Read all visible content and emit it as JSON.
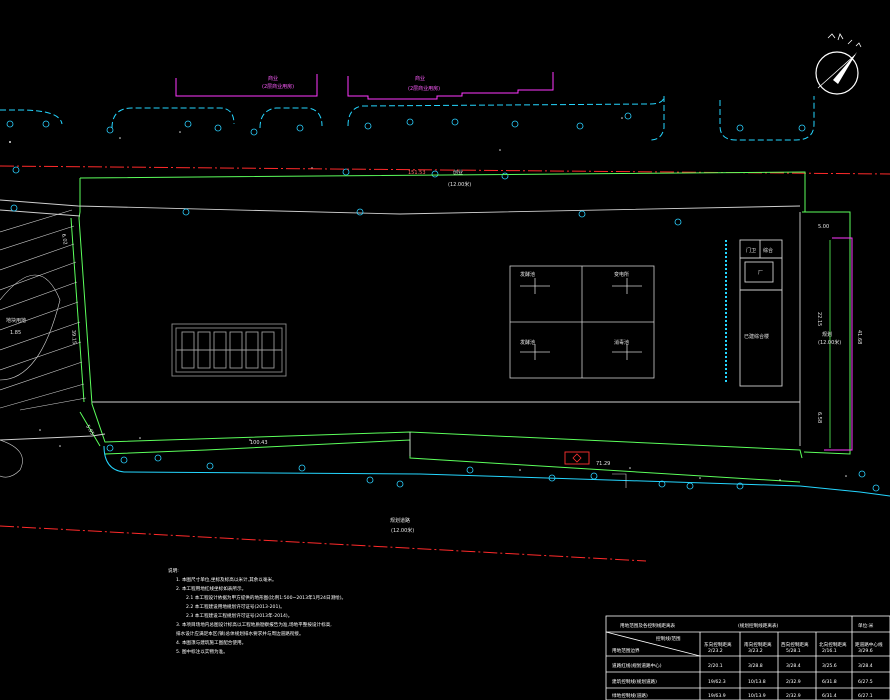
{
  "drawing": {
    "colors": {
      "background": "#000000",
      "property_line": "#5cff5c",
      "road_red": "#ff2a2a",
      "kerb_cyan": "#25d6ff",
      "building_magenta": "#ff39ff",
      "linework_white": "#d8d8d8",
      "tree_cyan": "#2bd0ff"
    },
    "labels": {
      "north_road_name": "创业",
      "north_road_width": "(12.00米)",
      "top_dim": "151.53",
      "south_dim_1": "100.43",
      "south_dim_2": "71.29",
      "south_road_name": "规划道路",
      "south_road_width": "(12.00米)",
      "east_dim_1": "41.68",
      "east_dim_2": "22.15",
      "east_dim_3": "5.00",
      "east_dim_4": "6.58",
      "west_dim_1": "6.02",
      "west_dim_2": "39.15",
      "west_dim_3": "5.95",
      "west_label": "地块用地",
      "west_label_2": "1.85",
      "east_label": "规划",
      "east_label_2": "(12.00米)",
      "bldg_north_1": "商业",
      "bldg_north_1b": "(2层商业用房)",
      "bldg_north_2": "商业",
      "bldg_north_2b": "(2层商业用房)",
      "plant_1": "发酵池",
      "plant_2": "变电所",
      "plant_3": "发酵池",
      "plant_4": "消毒池",
      "office_1": "门卫",
      "office_2": "综合",
      "office_3": "厂",
      "office_4": "已建综合楼"
    },
    "notes": {
      "title": "说明:",
      "items": [
        "1. 本图尺寸单位,坐标及标高以米计,其余以毫米。",
        "2. 本工程用地红线坐标如表所示。",
        "2.1 本工程设计依据为甲方提供的地形图(比例1:500~2013年1月24日测绘)。",
        "2.2 本工程建设用地规划许可证号(2013-201)。",
        "2.3 本工程建设工程规划许可证号(2013年-2014)。",
        "3. 本项目场地内总图设计标高以工程地质勘察报告为准,场地平整按设计标高,",
        "排水设计应满足本区(镇)总体规划排水要求并与周边道路衔接。",
        "4. 本图须与建筑施工图配合使用。",
        "5. 图中标注以实物为准。"
      ]
    },
    "table": {
      "title": "用地范围及各控制线距离表",
      "subtitle": "(规划控制线距离表)",
      "unit": "单位:米",
      "header": [
        "控制线/范围",
        "东向控制距离",
        "南向控制距离",
        "西向控制距离",
        "北向控制距离",
        "距道路中心线"
      ],
      "rows": [
        [
          "用地范围边界",
          "2/23.2",
          "3/23.2",
          "5/28.1",
          "2/16.1",
          "3/29.6"
        ],
        [
          "道路红线(规划道路中心)",
          "2/20.1",
          "3/28.8",
          "3/28.4",
          "3/25.6",
          "3/28.4"
        ],
        [
          "建筑控制线(规划道路)",
          "19/62.3",
          "10/13.8",
          "2/32.9",
          "6/31.8",
          "6/27.5"
        ],
        [
          "绿地控制线(道路)",
          "19/63.9",
          "10/13.9",
          "2/32.9",
          "6/31.4",
          "6/27.1"
        ]
      ]
    }
  }
}
